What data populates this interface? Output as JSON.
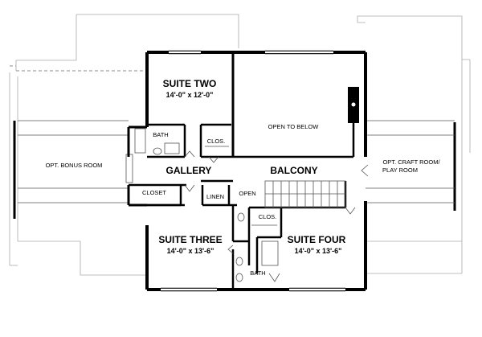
{
  "rooms": {
    "suite_two": {
      "name": "SUITE TWO",
      "size": "14'-0\" x 12'-0\""
    },
    "suite_three": {
      "name": "SUITE THREE",
      "size": "14'-0\" x 13'-6\""
    },
    "suite_four": {
      "name": "SUITE FOUR",
      "size": "14'-0\" x 13'-6\""
    },
    "open_to_below": "OPEN TO BELOW",
    "gallery": "GALLERY",
    "balcony": "BALCONY",
    "bath_upper": "BATH",
    "bath_lower": "BATH",
    "clos_upper": "CLOS.",
    "clos_lower": "CLOS.",
    "closet": "CLOSET",
    "linen": "LINEN",
    "open": "OPEN",
    "bonus_room": "OPT. BONUS ROOM",
    "craft_room_line1": "OPT. CRAFT ROOM/",
    "craft_room_line2": "PLAY ROOM"
  }
}
